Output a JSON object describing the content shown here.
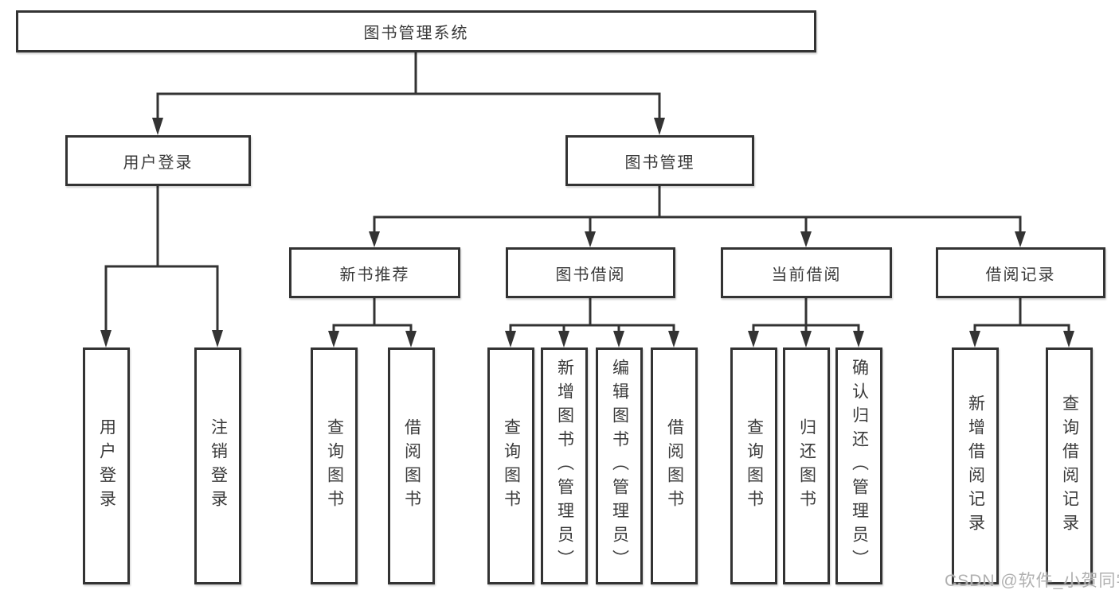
{
  "title": "图书管理系统",
  "watermark": "CSDN @软件_小贺同学",
  "colors": {
    "line": "#333333",
    "box_border": "#333333",
    "box_fill": "#ffffff",
    "text": "#3a3a3a",
    "watermark": "#acacac"
  },
  "tree": {
    "root": "图书管理系统",
    "children": [
      {
        "label": "用户登录",
        "children": [
          "用户登录",
          "注销登录"
        ]
      },
      {
        "label": "图书管理",
        "children": [
          {
            "label": "新书推荐",
            "children": [
              "查询图书",
              "借阅图书"
            ]
          },
          {
            "label": "图书借阅",
            "children": [
              "查询图书",
              "新增图书（管理员）",
              "编辑图书（管理员）",
              "借阅图书"
            ]
          },
          {
            "label": "当前借阅",
            "children": [
              "查询图书",
              "归还图书",
              "确认归还（管理员）"
            ]
          },
          {
            "label": "借阅记录",
            "children": [
              "新增借阅记录",
              "查询借阅记录"
            ]
          }
        ]
      }
    ]
  }
}
